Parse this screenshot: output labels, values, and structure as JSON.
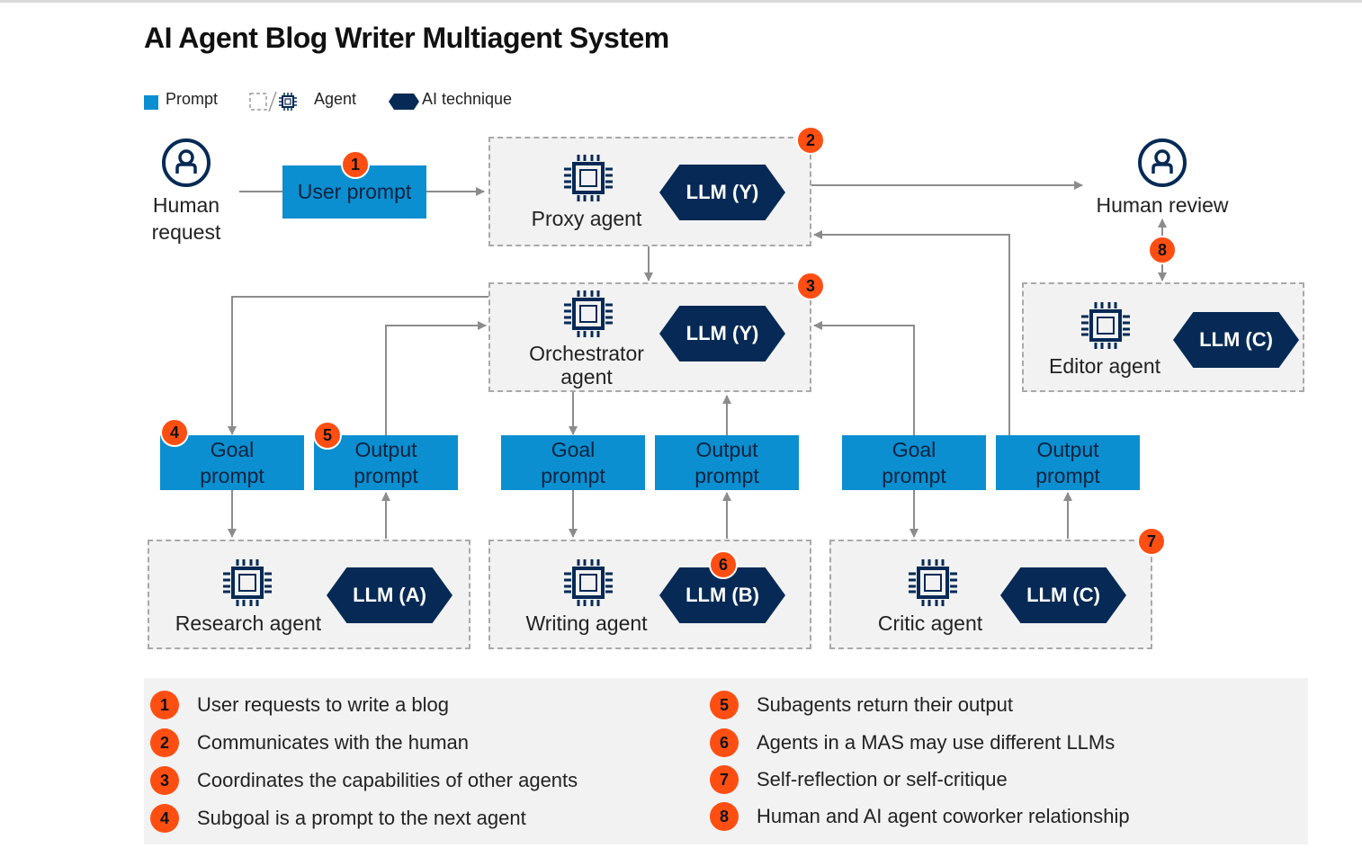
{
  "title": "AI Agent Blog Writer Multiagent System",
  "legend": {
    "prompt": "Prompt",
    "agent": "Agent",
    "technique": "AI technique"
  },
  "colors": {
    "prompt": "#0b8fd0",
    "llm": "#062a55",
    "badge": "#ff4e12",
    "agent_bg": "#f2f2f2",
    "connector": "#8c8c8c"
  },
  "human_request": "Human\nrequest",
  "user_prompt": "User prompt",
  "human_review": "Human review",
  "agents": {
    "proxy": {
      "label": "Proxy agent",
      "llm": "LLM (Y)"
    },
    "orchestrator": {
      "label": "Orchestrator\nagent",
      "llm": "LLM (Y)"
    },
    "editor": {
      "label": "Editor agent",
      "llm": "LLM (C)"
    },
    "research": {
      "label": "Research agent",
      "llm": "LLM (A)"
    },
    "writing": {
      "label": "Writing agent",
      "llm": "LLM (B)"
    },
    "critic": {
      "label": "Critic agent",
      "llm": "LLM (C)"
    }
  },
  "prompts": {
    "goal": "Goal\nprompt",
    "output": "Output\nprompt"
  },
  "badges": [
    "1",
    "2",
    "3",
    "4",
    "5",
    "6",
    "7",
    "8"
  ],
  "notes": [
    {
      "num": "1",
      "text": "User requests to write a blog"
    },
    {
      "num": "2",
      "text": "Communicates with the human"
    },
    {
      "num": "3",
      "text": "Coordinates the capabilities of other agents"
    },
    {
      "num": "4",
      "text": "Subgoal is a prompt to the next agent"
    },
    {
      "num": "5",
      "text": "Subagents return their output"
    },
    {
      "num": "6",
      "text": "Agents in a MAS may use different LLMs"
    },
    {
      "num": "7",
      "text": "Self-reflection or self-critique"
    },
    {
      "num": "8",
      "text": "Human and AI agent coworker relationship"
    }
  ]
}
